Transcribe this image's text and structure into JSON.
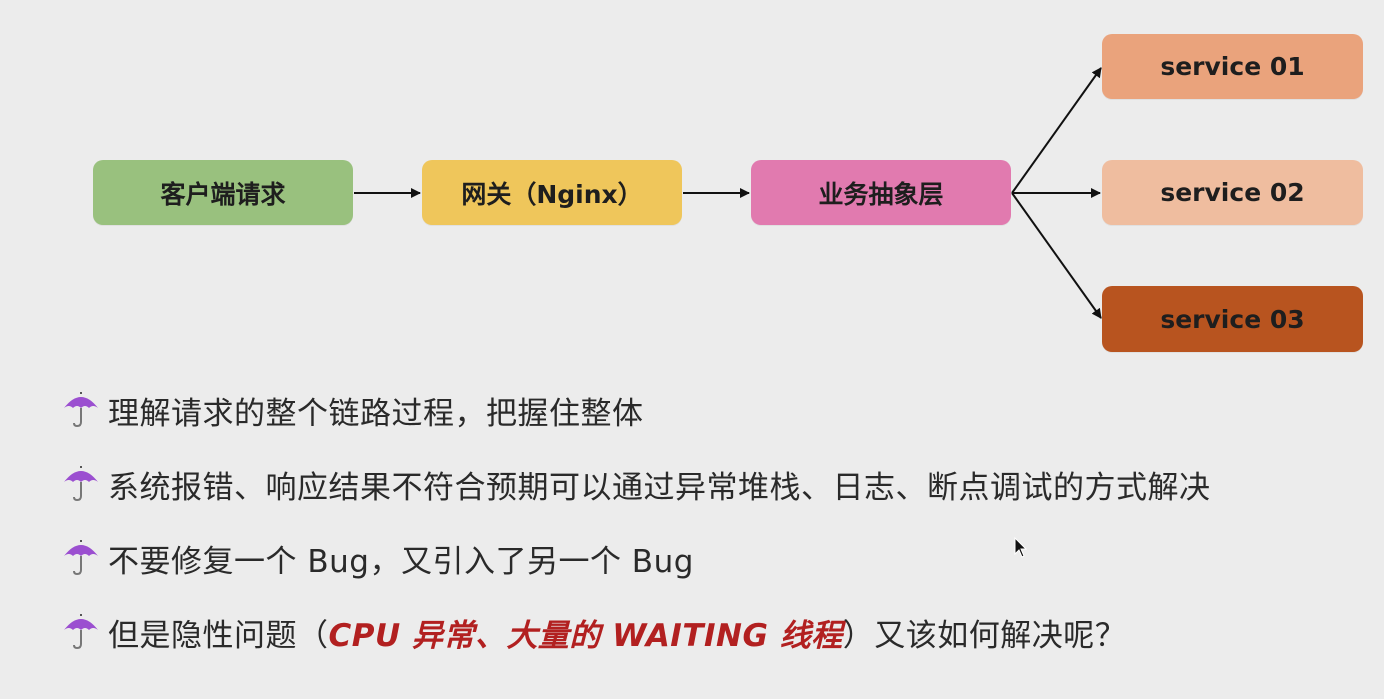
{
  "diagram": {
    "nodes": {
      "client": {
        "label": "客户端请求",
        "color": "#99c17e"
      },
      "gateway": {
        "label": "网关（Nginx）",
        "color": "#efc65b"
      },
      "business": {
        "label": "业务抽象层",
        "color": "#e17aaf"
      },
      "service1": {
        "label": "service 01",
        "color": "#eaa37c"
      },
      "service2": {
        "label": "service 02",
        "color": "#efbd9f"
      },
      "service3": {
        "label": "service 03",
        "color": "#b8541f"
      }
    },
    "edges": [
      [
        "client",
        "gateway"
      ],
      [
        "gateway",
        "business"
      ],
      [
        "business",
        "service1"
      ],
      [
        "business",
        "service2"
      ],
      [
        "business",
        "service3"
      ]
    ]
  },
  "bullets": {
    "icon": "umbrella-icon",
    "items": [
      {
        "text": "理解请求的整个链路过程，把握住整体"
      },
      {
        "text": "系统报错、响应结果不符合预期可以通过异常堆栈、日志、断点调试的方式解决"
      },
      {
        "text": "不要修复一个 Bug，又引入了另一个 Bug"
      },
      {
        "text_before": "但是隐性问题（",
        "emphasis_1": "CPU 异常",
        "separator": "、",
        "emphasis_2": "大量的 WAITING 线程",
        "text_after": "）又该如何解决呢？",
        "emphasis_color": "#b22020"
      }
    ]
  }
}
